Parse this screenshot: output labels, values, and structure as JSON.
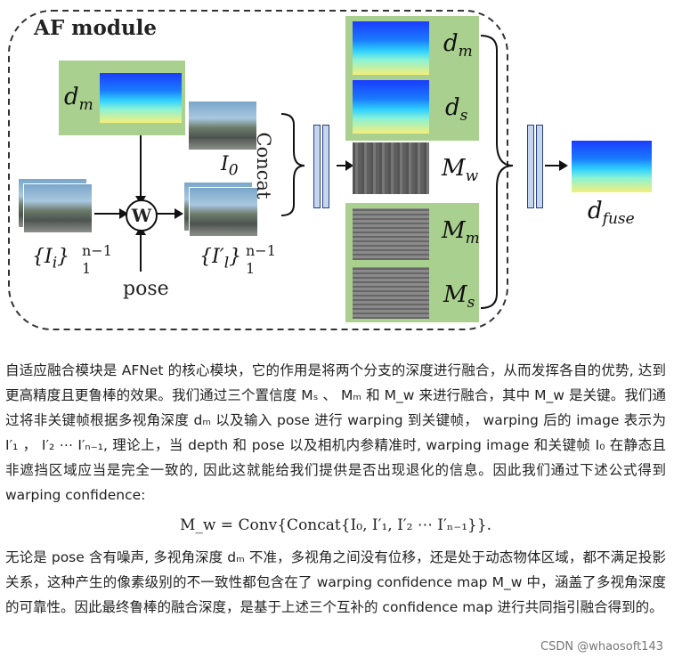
{
  "diagram": {
    "module_title": "AF module",
    "dm": "d",
    "dm_sub": "m",
    "ds_sub": "s",
    "i0": "I",
    "i0_sub": "0",
    "left_set": "{I",
    "left_set_sub": "i",
    "left_set_close": "}",
    "set_super": "n−1",
    "set_under": "1",
    "warped_set": "{I′",
    "warped_set_sub": "l",
    "warped_set_close": "}",
    "warp_node": "W",
    "pose": "pose",
    "concat": "Concat",
    "mw": "M",
    "mw_sub": "w",
    "mm": "M",
    "mm_sub": "m",
    "ms": "M",
    "ms_sub": "s",
    "dfuse": "d",
    "dfuse_sub": "fuse"
  },
  "text": {
    "p1": "自适应融合模块是 AFNet 的核心模块，它的作用是将两个分支的深度进行融合，从而发挥各自的优势, 达到更高精度且更鲁棒的效果。我们通过三个置信度 Mₛ 、 Mₘ 和 M_w 来进行融合，其中 M_w 是关键。我们通过将非关键帧根据多视角深度 dₘ 以及输入 pose 进行 warping 到关键帧， warping 后的 image 表示为 I′₁ ， I′₂ ⋯ I′ₙ₋₁, 理论上，当 depth 和 pose 以及相机内参精准时, warping image 和关键帧 I₀ 在静态且非遮挡区域应当是完全一致的, 因此这就能给我们提供是否出现退化的信息。因此我们通过下述公式得到 warping confidence:",
    "formula": "M_w = Conv{Concat{I₀, I′₁, I′₂ ⋯ I′ₙ₋₁}}.",
    "p2": "无论是 pose 含有噪声, 多视角深度 dₘ 不准，多视角之间没有位移，还是处于动态物体区域，都不满足投影关系，这种产生的像素级别的不一致性都包含在了 warping confidence map M_w 中，涵盖了多视角深度的可靠性。因此最终鲁棒的融合深度，是基于上述三个互补的 confidence map 进行共同指引融合得到的。",
    "watermark": "CSDN @whaosoft143"
  }
}
